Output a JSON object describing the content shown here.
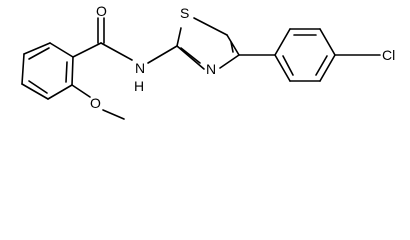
{
  "structure": {
    "atoms": {
      "carbonyl_oxygen": "O",
      "amide_nitrogen": "N",
      "amide_hydrogen": "H",
      "ring_sulfur": "S",
      "ring_nitrogen": "N",
      "chlorine": "Cl",
      "methoxy_oxygen": "O"
    }
  }
}
